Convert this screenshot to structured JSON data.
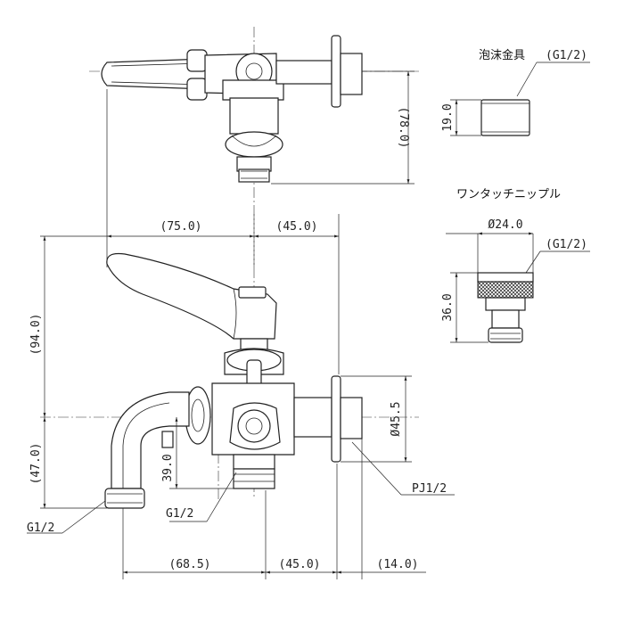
{
  "drawing": {
    "dimensions": {
      "top_view_height": "(78.0)",
      "handle_reach": "(75.0)",
      "body_to_outlet_top": "(45.0)",
      "total_height": "(94.0)",
      "spout_height": "(47.0)",
      "outlet_height": "39.0",
      "spout_reach": "(68.5)",
      "body_to_outlet_bottom": "(45.0)",
      "flange_depth": "(14.0)",
      "flange_diameter": "Ø45.5"
    },
    "thread_labels": {
      "spout_thread": "G1/2",
      "outlet_thread": "G1/2",
      "inlet_thread": "PJ1/2"
    },
    "foam_fitting": {
      "title": "泡沫金具",
      "thread": "(G1/2)",
      "height": "19.0"
    },
    "one_touch_nipple": {
      "title": "ワンタッチニップル",
      "diameter": "Ø24.0",
      "thread": "(G1/2)",
      "height": "36.0"
    }
  }
}
